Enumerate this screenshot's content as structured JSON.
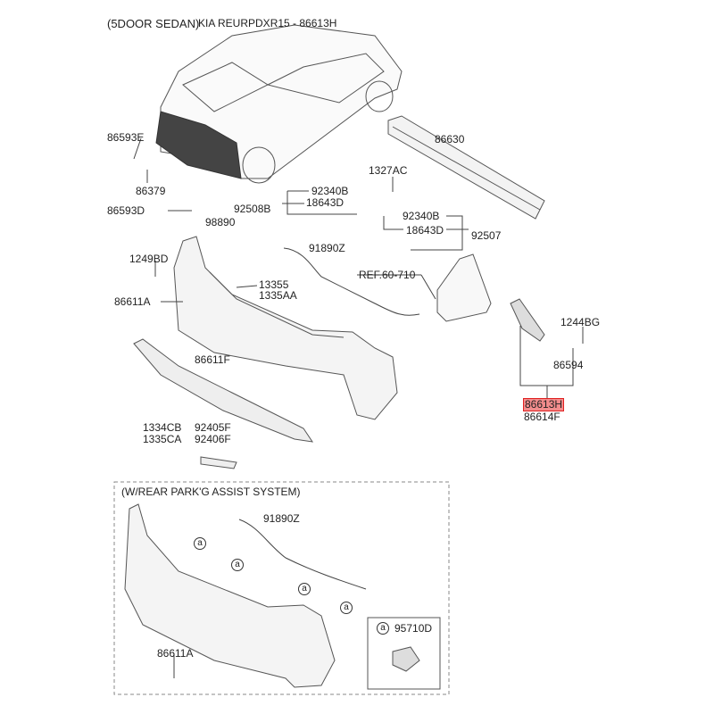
{
  "header": {
    "variant": "(5DOOR SEDAN)",
    "title": "KIA REURPDXR15 - 86613H"
  },
  "parts": {
    "p86593E": "86593E",
    "p86379": "86379",
    "p86593D": "86593D",
    "p98890": "98890",
    "p1249BD": "1249BD",
    "p86611A": "86611A",
    "p13355": "13355",
    "p1335AA": "1335AA",
    "p86611F": "86611F",
    "p1334CB": "1334CB",
    "p1335CA": "1335CA",
    "p92405F": "92405F",
    "p92406F": "92406F",
    "p86630": "86630",
    "p1327AC": "1327AC",
    "p92340B_a": "92340B",
    "p18643D_a": "18643D",
    "p92508B": "92508B",
    "p92340B_b": "92340B",
    "p18643D_b": "18643D",
    "p92507": "92507",
    "p91890Z": "91890Z",
    "ref": "REF.60-710",
    "p1244BG": "1244BG",
    "p86594": "86594",
    "p86613H": "86613H",
    "p86614F": "86614F"
  },
  "inset": {
    "title": "(W/REAR PARK'G ASSIST SYSTEM)",
    "p91890Z": "91890Z",
    "p86611A": "86611A",
    "marker": "a",
    "p95710D": "95710D"
  },
  "colors": {
    "highlight": "#f28c8c",
    "highlight_border": "#e02020"
  }
}
